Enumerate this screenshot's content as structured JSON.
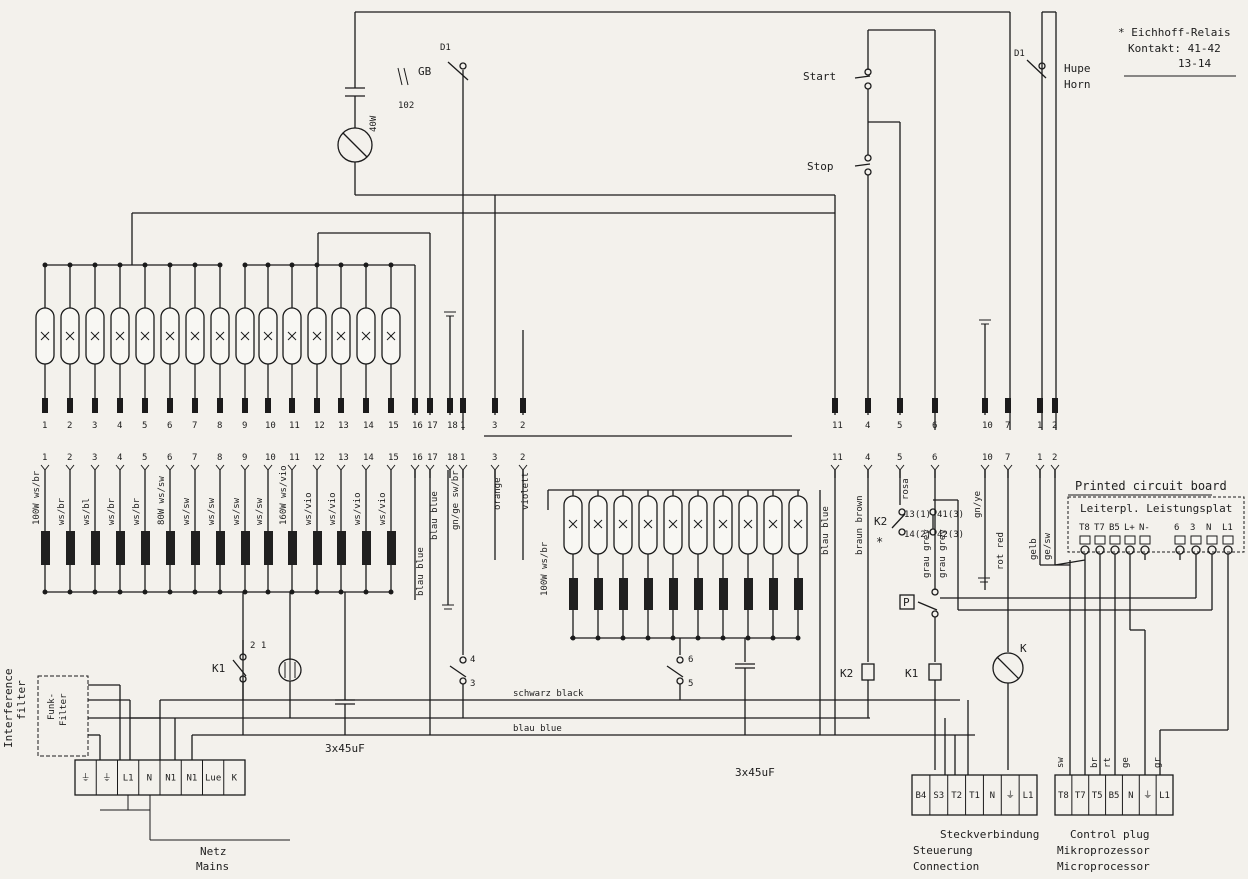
{
  "legend": {
    "note_line1": "* Eichhoff-Relais",
    "note_line2": "Kontakt: 41-42",
    "note_line3": "13-14"
  },
  "top": {
    "gb": "GB",
    "d1_a": "D1",
    "code_102": "102",
    "start": "Start",
    "stop": "Stop",
    "hupe": "Hupe",
    "horn": "Horn",
    "d1_b": "D1",
    "lamp_code": "40W"
  },
  "upper_terminals": [
    "1",
    "2",
    "3",
    "4",
    "5",
    "6",
    "7",
    "8",
    "9",
    "10",
    "11",
    "12",
    "13",
    "14",
    "15",
    "16",
    "17",
    "18",
    "1",
    "3",
    "2",
    "11",
    "4",
    "5",
    "6",
    "10",
    "7",
    "1",
    "2"
  ],
  "lower_terminals": [
    "1",
    "2",
    "3",
    "4",
    "5",
    "6",
    "7",
    "8",
    "9",
    "10",
    "11",
    "12",
    "13",
    "14",
    "15",
    "16",
    "17",
    "18",
    "1",
    "3",
    "2",
    "11",
    "4",
    "5",
    "6",
    "10",
    "7",
    "1",
    "2"
  ],
  "heater_bank_left": {
    "labels": [
      "100W ws/br",
      "ws/br",
      "ws/bl",
      "ws/br",
      "ws/br",
      "80W ws/sw",
      "ws/sw",
      "ws/sw",
      "ws/sw",
      "ws/sw",
      "160W ws/vio",
      "ws/vio",
      "ws/vio",
      "ws/vio",
      "ws/vio"
    ]
  },
  "wire_labels": {
    "blau_blue_a": "blau blue",
    "blau_blue_b": "blau blue",
    "gn_ge_sw_br": "gn/ge sw/br",
    "orange": "orange",
    "violett": "violett",
    "blau_blue_c": "blau blue",
    "braun_brown": "braun brown",
    "rosa": "rosa",
    "grau_grey_a": "grau grey",
    "grau_grey_b": "grau grey",
    "gn_ye": "gn/ye",
    "rot_red": "rot red",
    "gelb": "gelb",
    "ge_sw": "ge/sw",
    "schwarz_black": "schwarz black",
    "blau_blue_bus": "blau blue",
    "sw": "sw",
    "br": "br",
    "rt": "rt",
    "ge": "ge",
    "gr": "gr",
    "r100w": "100W ws/br"
  },
  "components": {
    "k1": "K1",
    "k1_contacts": "2 1",
    "k2_relay": "K2",
    "k2_star": "*",
    "k1_coil": "K1",
    "k2_coil": "K2",
    "sw4": "4",
    "sw3": "3",
    "sw6": "6",
    "sw5": "5",
    "p": "P",
    "k_motor": "K",
    "cap_left": "3x45uF",
    "cap_right": "3x45uF",
    "relay_c1": "13(1)",
    "relay_c2": "14(2)",
    "relay_c3": "41(3)",
    "relay_c4": "42(3)"
  },
  "pcb": {
    "title": "Printed circuit board",
    "subtitle": "Leiterpl. Leistungsplat",
    "pins": [
      "T8",
      "T7",
      "B5",
      "L+",
      "N-",
      "6",
      "3",
      "N",
      "L1"
    ]
  },
  "interference": {
    "label1": "Interference",
    "label2": "filter",
    "box1": "Funk-",
    "box2": "Filter"
  },
  "mains_block": {
    "cells": [
      "⏚",
      "⏚",
      "L1",
      "N",
      "N1",
      "N1",
      "Lue",
      "K"
    ],
    "netz": "Netz",
    "mains": "Mains"
  },
  "steuer_block": {
    "cells": [
      "B4",
      "S3",
      "T2",
      "T1",
      "N",
      "⏚",
      "L1"
    ],
    "caption1": "Steckverbindung",
    "caption2": "Steuerung",
    "caption3": "Connection"
  },
  "control_block": {
    "cells": [
      "T8",
      "T7",
      "T5",
      "B5",
      "N",
      "⏚",
      "L1"
    ],
    "caption1": "Control plug",
    "caption2": "Mikroprozessor",
    "caption3": "Microprocessor"
  }
}
